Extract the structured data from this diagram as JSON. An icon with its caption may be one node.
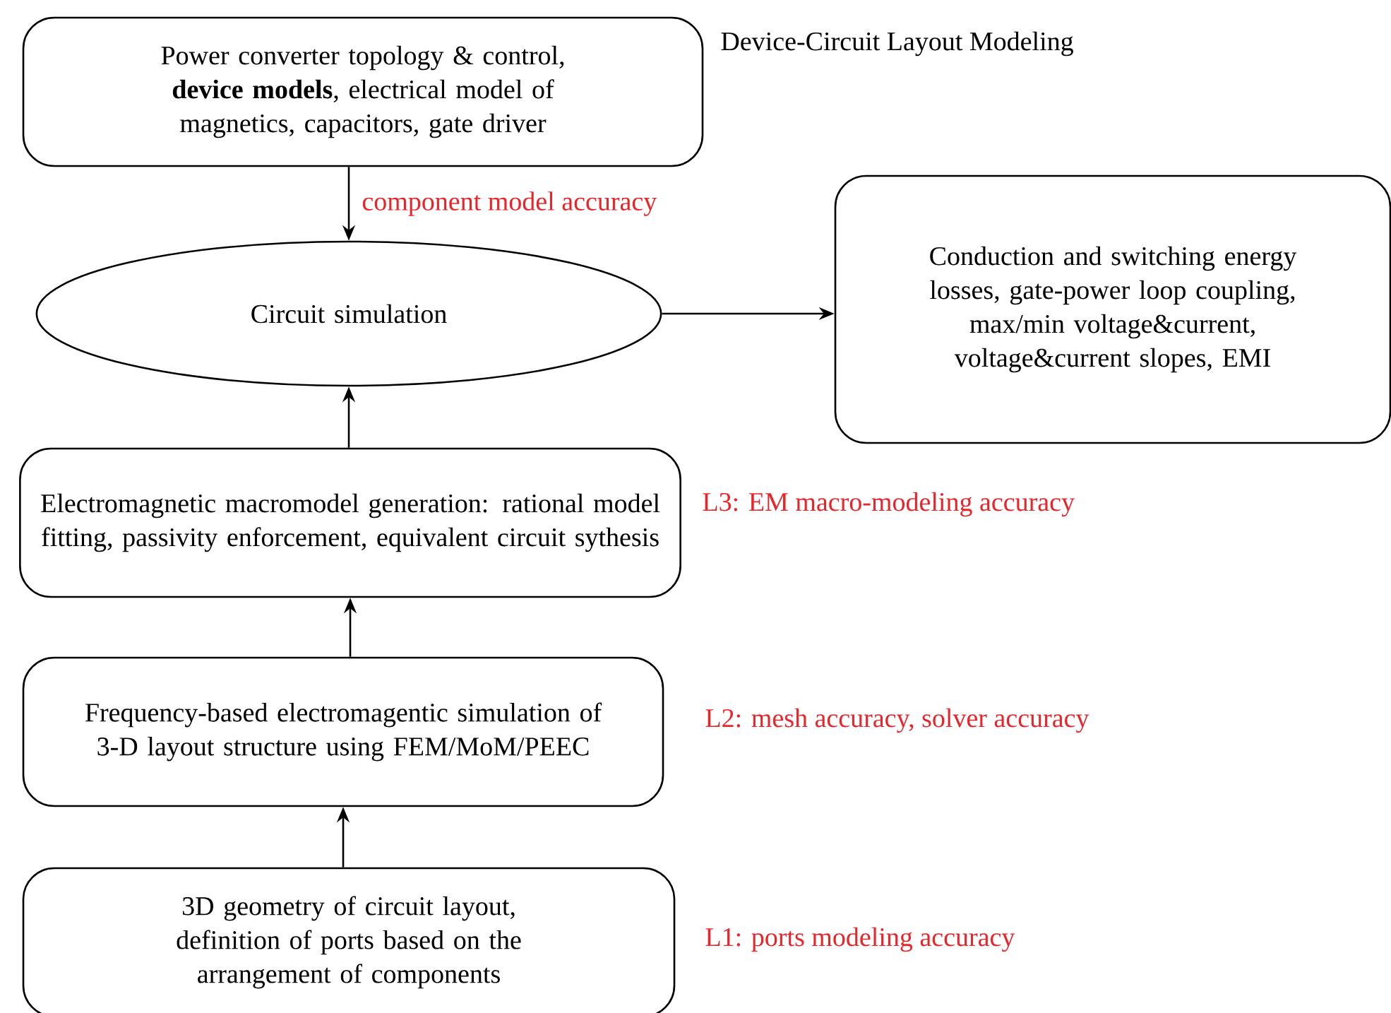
{
  "diagram": {
    "title": "Device-Circuit Layout Modeling",
    "nodes": [
      {
        "text": [
          "Power converter topology & control, **device models**, electrical model of magnetics, capacitors, gate driver"
        ]
      },
      {
        "text": [
          "Circuit simulation"
        ]
      },
      {
        "text": [
          "Conduction and switching energy losses, gate-power loop coupling, max/min voltage&current, voltage&current slopes, EMI"
        ]
      },
      {
        "text": [
          "Electromagnetic macromodel generation: rational model fitting,  passivity enforcement, equivalent circuit sythesis"
        ],
        "beside": [
          "L3: EM macro-modeling accuracy"
        ]
      },
      {
        "text": [
          "Frequency-based electromagentic simulation of 3-D layout structure using FEM/MoM/PEEC"
        ],
        "beside": [
          "L2: mesh accuracy, solver accuracy"
        ]
      },
      {
        "text": [
          "3D geometry of circuit layout, definition of ports based on the arrangement of components"
        ],
        "beside": [
          "L1: ports modeling accuracy"
        ]
      }
    ],
    "edges": [
      {
        "from": 0,
        "to": 1,
        "arrow": "to",
        "label": "component model accuracy"
      },
      {
        "from": 1,
        "to": 2,
        "arrow": "to"
      },
      {
        "from": 3,
        "to": 1,
        "arrow": "to"
      },
      {
        "from": 4,
        "to": 3,
        "arrow": "to"
      },
      {
        "from": 5,
        "to": 4,
        "arrow": "to"
      }
    ]
  }
}
